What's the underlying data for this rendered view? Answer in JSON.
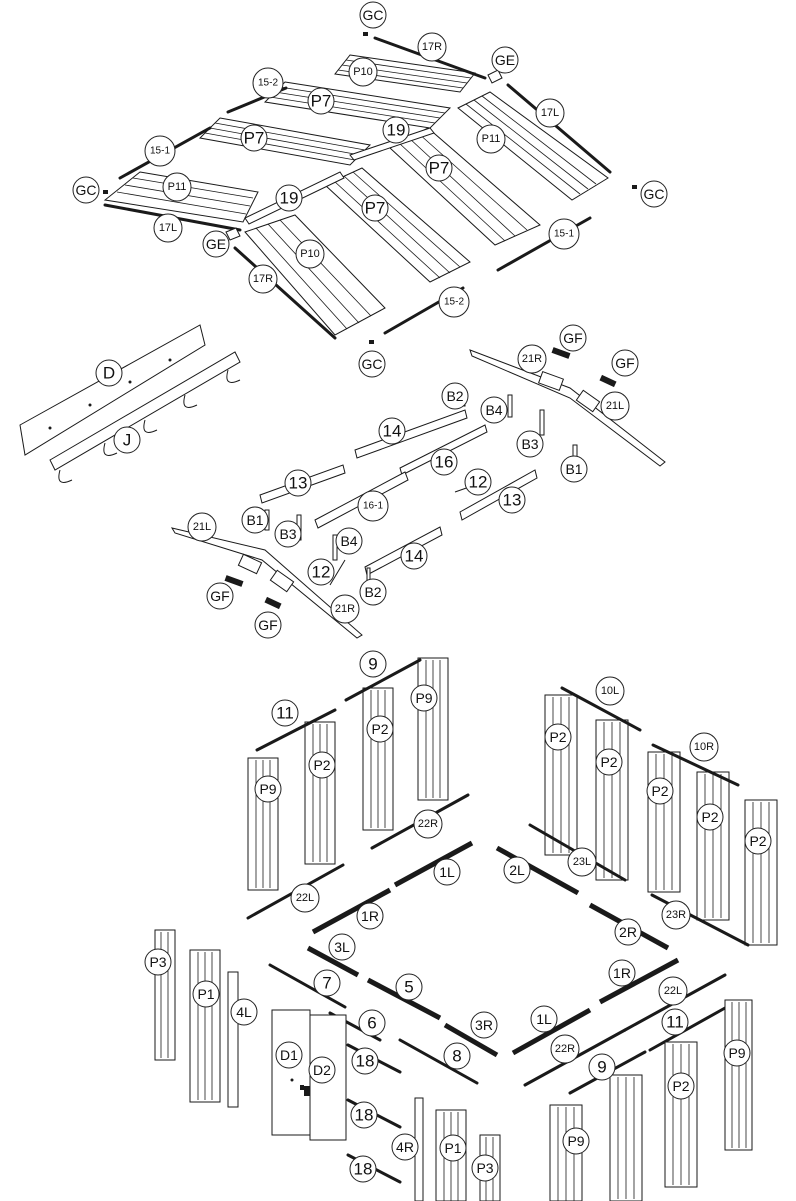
{
  "labels": [
    {
      "id": "GC-top",
      "text": "GC",
      "big": false
    },
    {
      "id": "17R-top",
      "text": "17R",
      "big": false
    },
    {
      "id": "GE-top",
      "text": "GE",
      "big": false
    },
    {
      "id": "P10-top",
      "text": "P10",
      "big": false
    },
    {
      "id": "15-2-top",
      "text": "15-2",
      "big": false
    },
    {
      "id": "P7-a",
      "text": "P7",
      "big": true
    },
    {
      "id": "17L-right",
      "text": "17L",
      "big": false
    },
    {
      "id": "19-top",
      "text": "19",
      "big": true
    },
    {
      "id": "P11-right",
      "text": "P11",
      "big": false
    },
    {
      "id": "15-1-left",
      "text": "15-1",
      "big": false
    },
    {
      "id": "P7-b",
      "text": "P7",
      "big": true
    },
    {
      "id": "P7-c",
      "text": "P7",
      "big": true
    },
    {
      "id": "GC-left",
      "text": "GC",
      "big": false
    },
    {
      "id": "P11-left",
      "text": "P11",
      "big": false
    },
    {
      "id": "GC-right",
      "text": "GC",
      "big": false
    },
    {
      "id": "19-bottom",
      "text": "19",
      "big": true
    },
    {
      "id": "P7-d",
      "text": "P7",
      "big": true
    },
    {
      "id": "17L-left",
      "text": "17L",
      "big": false
    },
    {
      "id": "GE-bottom",
      "text": "GE",
      "big": false
    },
    {
      "id": "15-1-right",
      "text": "15-1",
      "big": false
    },
    {
      "id": "P10-bottom",
      "text": "P10",
      "big": false
    },
    {
      "id": "17R-bottom",
      "text": "17R",
      "big": false
    },
    {
      "id": "15-2-bottom",
      "text": "15-2",
      "big": false
    },
    {
      "id": "GC-bottom",
      "text": "GC",
      "big": false
    },
    {
      "id": "GF-a",
      "text": "GF",
      "big": false
    },
    {
      "id": "D",
      "text": "D",
      "big": true
    },
    {
      "id": "21R-a",
      "text": "21R",
      "big": false
    },
    {
      "id": "GF-b",
      "text": "GF",
      "big": false
    },
    {
      "id": "B2-a",
      "text": "B2",
      "big": false
    },
    {
      "id": "B4-a",
      "text": "B4",
      "big": false
    },
    {
      "id": "21L-a",
      "text": "21L",
      "big": false
    },
    {
      "id": "14-a",
      "text": "14",
      "big": true
    },
    {
      "id": "J",
      "text": "J",
      "big": true
    },
    {
      "id": "B3-a",
      "text": "B3",
      "big": false
    },
    {
      "id": "16",
      "text": "16",
      "big": true
    },
    {
      "id": "B1-a",
      "text": "B1",
      "big": false
    },
    {
      "id": "13-a",
      "text": "13",
      "big": true
    },
    {
      "id": "12-a",
      "text": "12",
      "big": true
    },
    {
      "id": "13-b",
      "text": "13",
      "big": true
    },
    {
      "id": "16-1",
      "text": "16-1",
      "big": false
    },
    {
      "id": "B1-b",
      "text": "B1",
      "big": false
    },
    {
      "id": "21L-b",
      "text": "21L",
      "big": false
    },
    {
      "id": "B3-b",
      "text": "B3",
      "big": false
    },
    {
      "id": "B4-b",
      "text": "B4",
      "big": false
    },
    {
      "id": "14-b",
      "text": "14",
      "big": true
    },
    {
      "id": "12-b",
      "text": "12",
      "big": true
    },
    {
      "id": "B2-b",
      "text": "B2",
      "big": false
    },
    {
      "id": "GF-c",
      "text": "GF",
      "big": false
    },
    {
      "id": "21R-b",
      "text": "21R",
      "big": false
    },
    {
      "id": "GF-d",
      "text": "GF",
      "big": false
    },
    {
      "id": "9-top",
      "text": "9",
      "big": true
    },
    {
      "id": "P9-a",
      "text": "P9",
      "big": false
    },
    {
      "id": "10L",
      "text": "10L",
      "big": false
    },
    {
      "id": "11-top",
      "text": "11",
      "big": true
    },
    {
      "id": "P2-a",
      "text": "P2",
      "big": false
    },
    {
      "id": "P2-b",
      "text": "P2",
      "big": false
    },
    {
      "id": "10R",
      "text": "10R",
      "big": false
    },
    {
      "id": "P2-c",
      "text": "P2",
      "big": false
    },
    {
      "id": "P2-d",
      "text": "P2",
      "big": false
    },
    {
      "id": "P9-b",
      "text": "P9",
      "big": false
    },
    {
      "id": "P2-e",
      "text": "P2",
      "big": false
    },
    {
      "id": "P2-f",
      "text": "P2",
      "big": false
    },
    {
      "id": "P2-g",
      "text": "P2",
      "big": false
    },
    {
      "id": "22R-a",
      "text": "22R",
      "big": false
    },
    {
      "id": "23L",
      "text": "23L",
      "big": false
    },
    {
      "id": "1L-a",
      "text": "1L",
      "big": false
    },
    {
      "id": "2L",
      "text": "2L",
      "big": false
    },
    {
      "id": "22L-a",
      "text": "22L",
      "big": false
    },
    {
      "id": "1R-a",
      "text": "1R",
      "big": false
    },
    {
      "id": "23R",
      "text": "23R",
      "big": false
    },
    {
      "id": "2R",
      "text": "2R",
      "big": false
    },
    {
      "id": "3L",
      "text": "3L",
      "big": false
    },
    {
      "id": "P3-a",
      "text": "P3",
      "big": false
    },
    {
      "id": "1R-b",
      "text": "1R",
      "big": false
    },
    {
      "id": "7",
      "text": "7",
      "big": true
    },
    {
      "id": "5",
      "text": "5",
      "big": true
    },
    {
      "id": "P1-a",
      "text": "P1",
      "big": false
    },
    {
      "id": "22L-b",
      "text": "22L",
      "big": false
    },
    {
      "id": "4L",
      "text": "4L",
      "big": false
    },
    {
      "id": "6",
      "text": "6",
      "big": true
    },
    {
      "id": "3R",
      "text": "3R",
      "big": false
    },
    {
      "id": "1L-b",
      "text": "1L",
      "big": false
    },
    {
      "id": "11-bottom",
      "text": "11",
      "big": true
    },
    {
      "id": "D1",
      "text": "D1",
      "big": false
    },
    {
      "id": "22R-b",
      "text": "22R",
      "big": false
    },
    {
      "id": "P9-c",
      "text": "P9",
      "big": false
    },
    {
      "id": "8",
      "text": "8",
      "big": true
    },
    {
      "id": "18-a",
      "text": "18",
      "big": true
    },
    {
      "id": "D2",
      "text": "D2",
      "big": false
    },
    {
      "id": "9-bottom",
      "text": "9",
      "big": true
    },
    {
      "id": "P2-h",
      "text": "P2",
      "big": false
    },
    {
      "id": "18-b",
      "text": "18",
      "big": true
    },
    {
      "id": "P9-d",
      "text": "P9",
      "big": false
    },
    {
      "id": "4R",
      "text": "4R",
      "big": false
    },
    {
      "id": "P1-b",
      "text": "P1",
      "big": false
    },
    {
      "id": "P3-b",
      "text": "P3",
      "big": false
    },
    {
      "id": "18-c",
      "text": "18",
      "big": true
    }
  ]
}
